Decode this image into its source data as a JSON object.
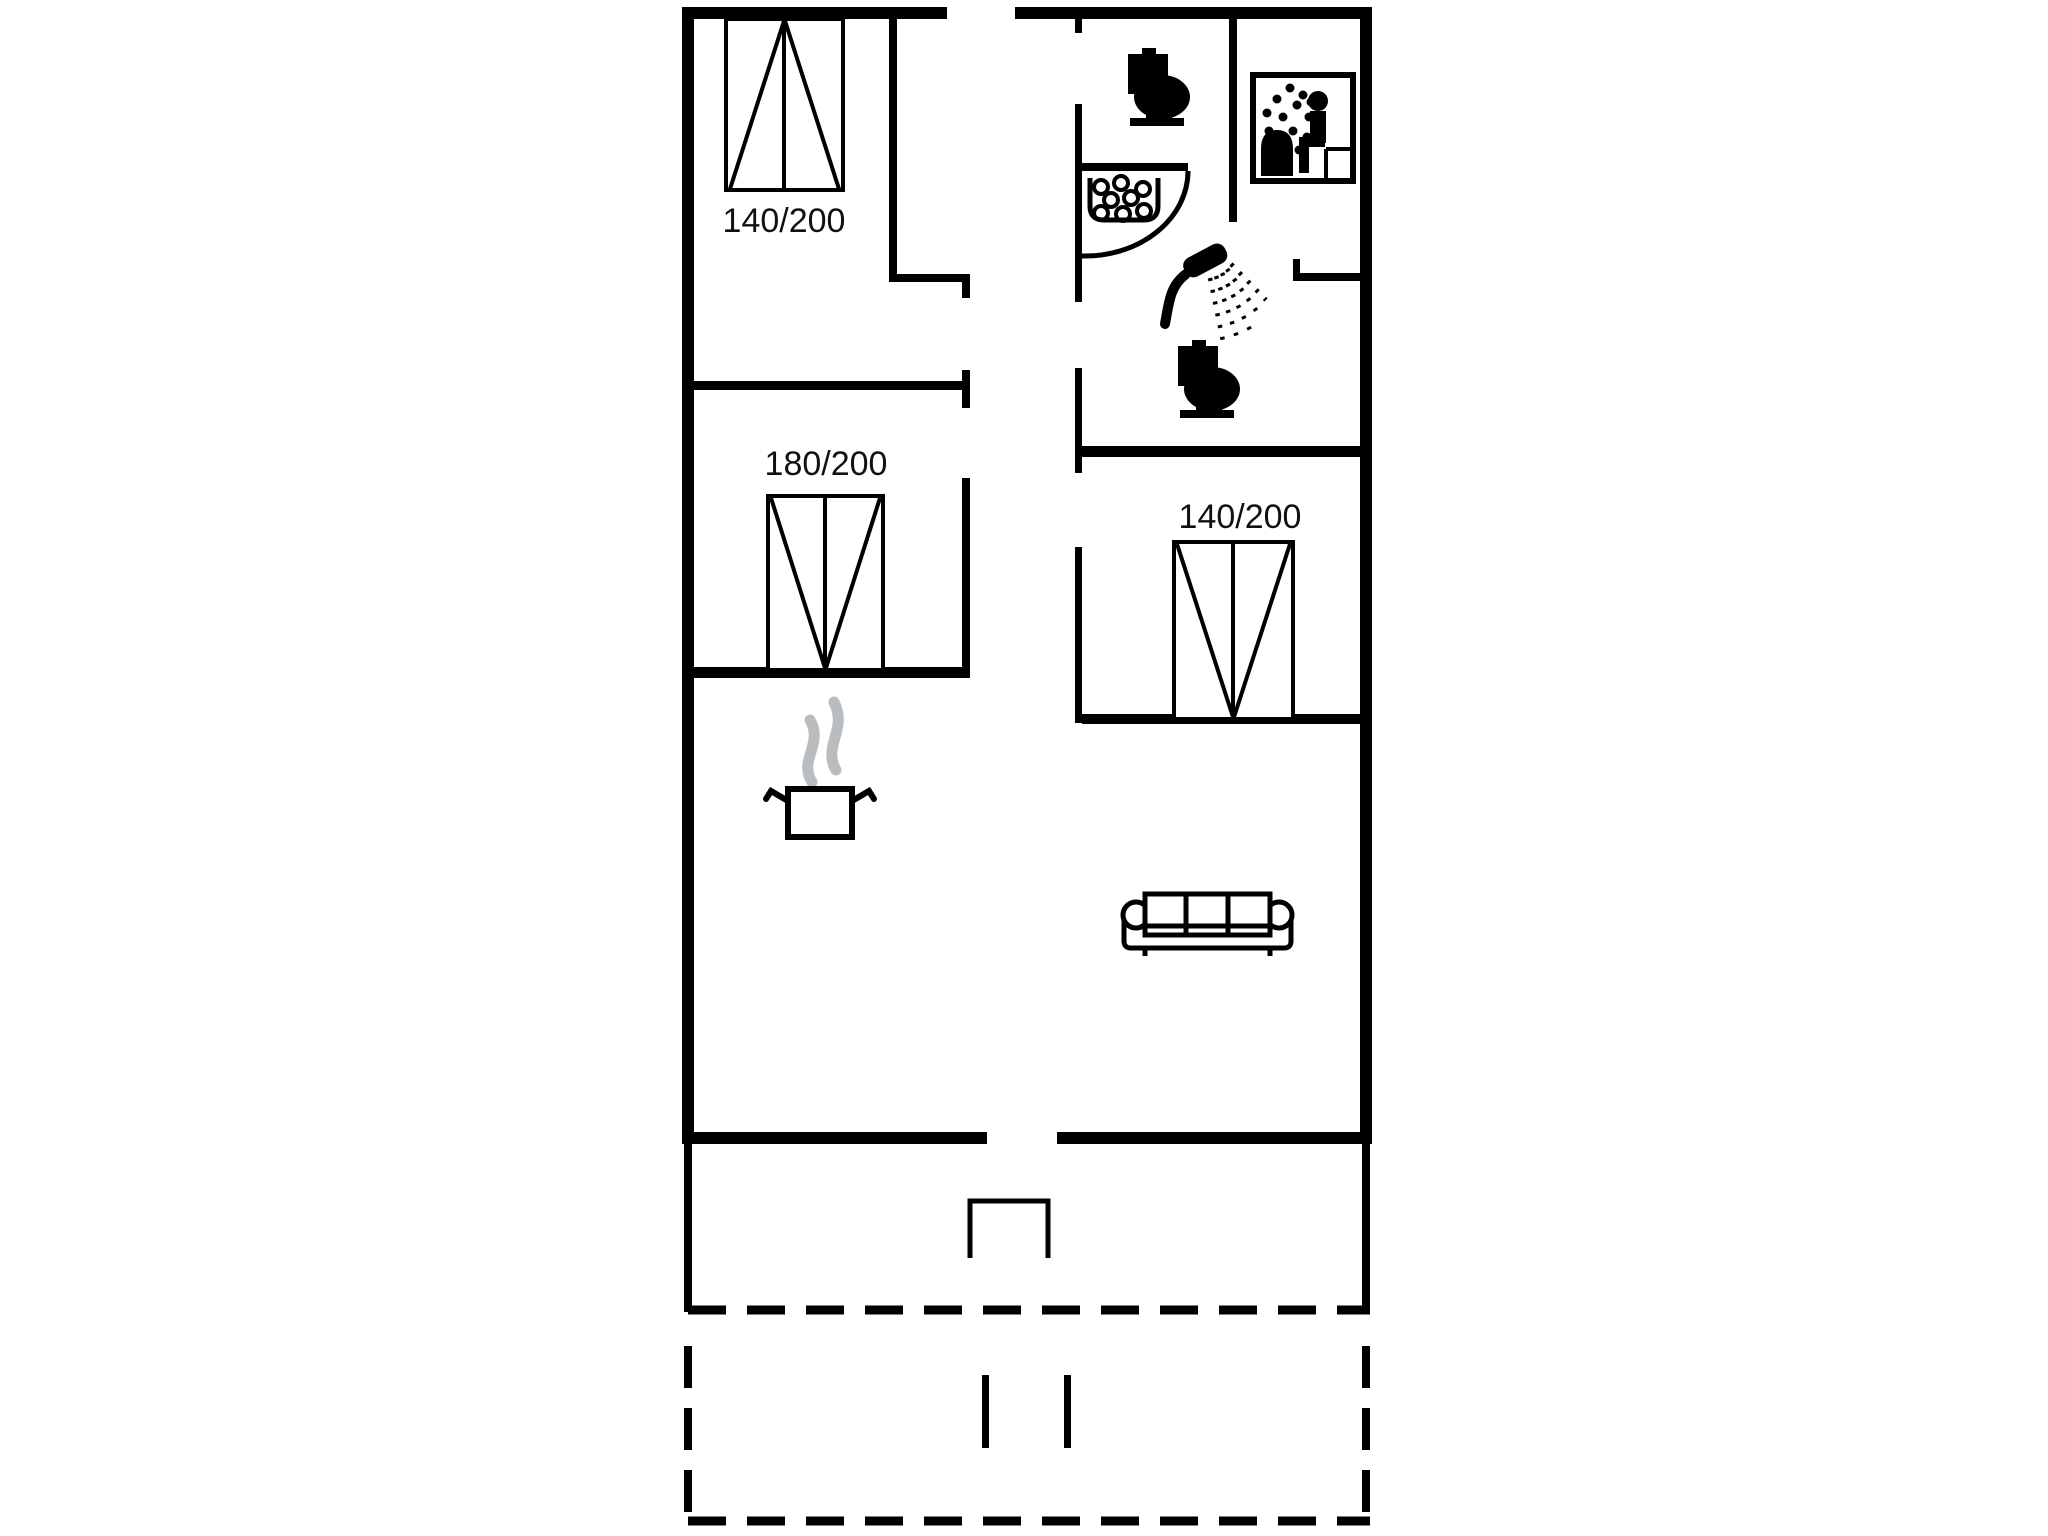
{
  "diagram": {
    "type": "floor-plan",
    "background": "#ffffff",
    "line_color": "#000000",
    "steam_color": "#b9bdc0"
  },
  "beds": [
    {
      "id": "bed-top-left",
      "label": "140/200"
    },
    {
      "id": "bed-mid-left",
      "label": "180/200"
    },
    {
      "id": "bed-right",
      "label": "140/200"
    }
  ],
  "icons": [
    "toilet-icon",
    "sauna-icon",
    "whirlpool-icon",
    "shower-icon",
    "toilet-icon",
    "cooking-pot-icon",
    "steam-icon",
    "sofa-icon"
  ],
  "features": {
    "door_arc": "quarter-circle swing door",
    "terrace": "dashed outline lower terrace, solid-walled upper terrace",
    "entrance_step": "open rectangle at bottom door"
  }
}
